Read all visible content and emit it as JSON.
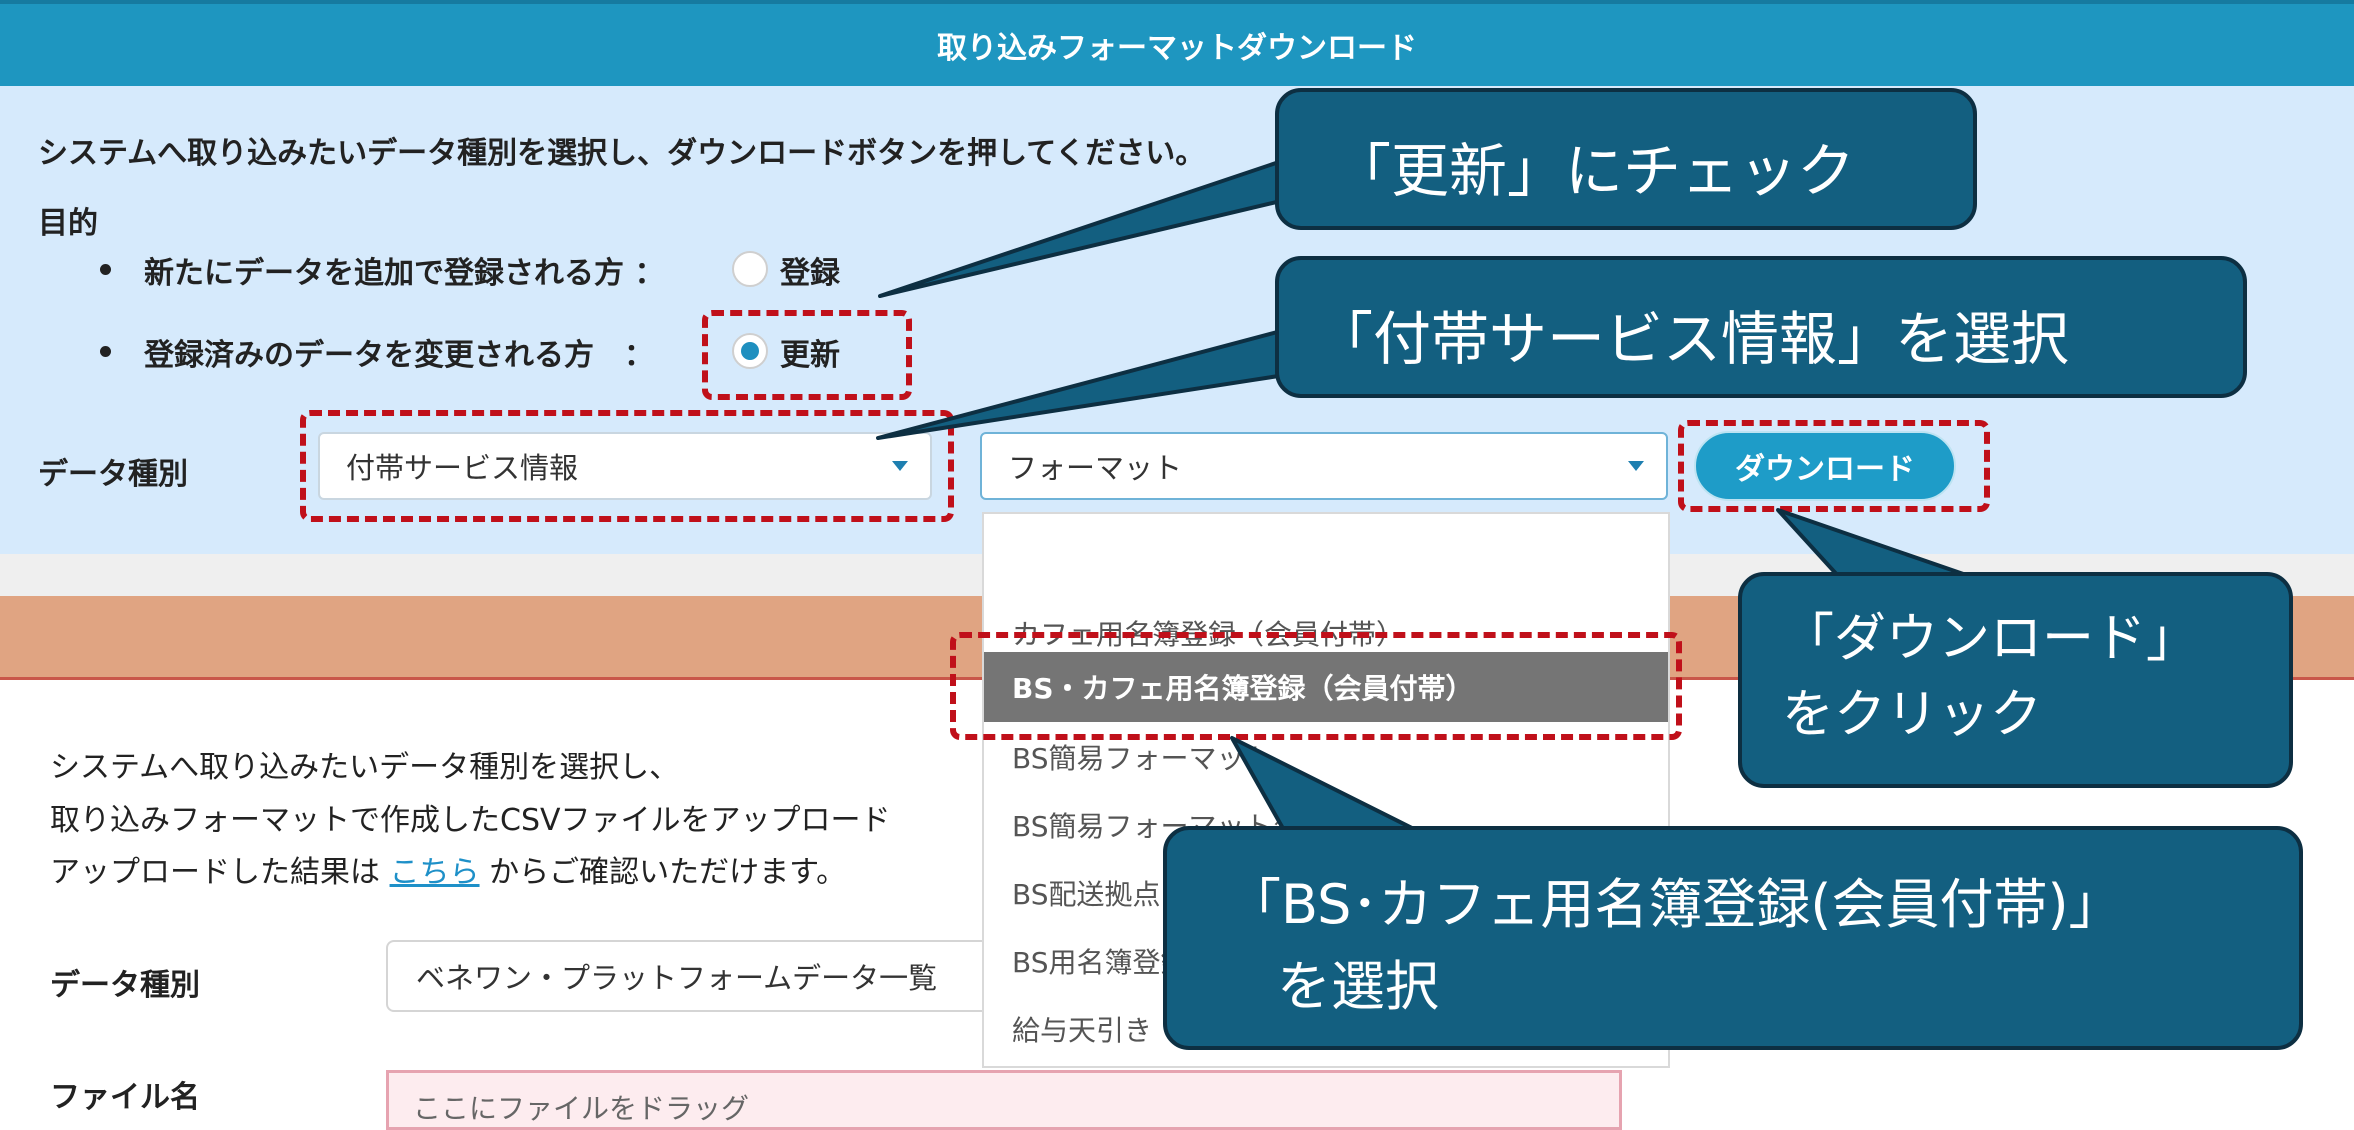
{
  "top_form": {
    "header_title": "取り込みフォーマットダウンロード",
    "instruction": "システムへ取り込みたいデータ種別を選択し、ダウンロードボタンを押してください。",
    "purpose_label": "目的",
    "option_new_text": "新たにデータを追加で登録される方 ：",
    "option_new_radio_label": "登録",
    "option_update_text": "登録済みのデータを変更される方　：",
    "option_update_radio_label": "更新",
    "data_type_label": "データ種別",
    "data_type_value": "付帯サービス情報",
    "format_value": "フォーマット",
    "download_button": "ダウンロード"
  },
  "format_dropdown": {
    "items": [
      "",
      "カフェ用名簿登録（会員付帯）",
      "BS・カフェ用名簿登録（会員付帯）",
      "BS簡易フォーマット",
      "BS簡易フォーマット変換",
      "BS配送拠点",
      "BS用名簿登録",
      "給与天引き"
    ],
    "selected_index": 2
  },
  "bottom_form": {
    "intro_line1": "システムへ取り込みたいデータ種別を選択し、",
    "intro_line2": "取り込みフォーマットで作成したCSVファイルをアップロード",
    "intro_line3_pre": "アップロードした結果は",
    "intro_link": "こちら",
    "intro_line3_post": "からご確認いただけます。",
    "data_type_label": "データ種別",
    "data_type_value": "ベネワン・プラットフォームデータ一覧",
    "file_name_label": "ファイル名",
    "file_drop_text": "ここにファイルをドラッグ"
  },
  "callouts": {
    "check_update": "「更新」にチェック",
    "select_service": "「付帯サービス情報」を選択",
    "click_download_line1": "「ダウンロード」",
    "click_download_line2": "をクリック",
    "select_format_line1": "「BS･カフェ用名簿登録(会員付帯)」",
    "select_format_line2": "を選択"
  },
  "colors": {
    "header_blue": "#1e96c0",
    "panel_light_blue": "#d6eafc",
    "callout_navy": "#135f80",
    "annotation_red": "#c0101a"
  }
}
